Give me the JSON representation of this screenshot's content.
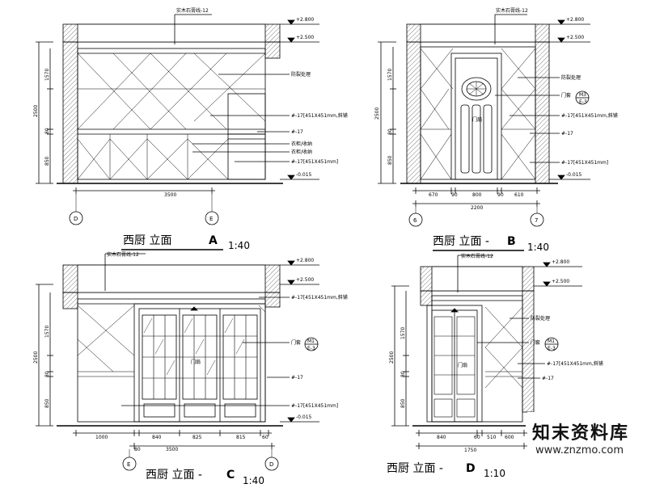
{
  "views": [
    {
      "id": "A",
      "title": "西厨 立面",
      "letter": "A",
      "scale": "1:40",
      "top_label": "实木石膏线-12",
      "levels": [
        "+2.800",
        "+2.500",
        "-0.015"
      ],
      "notes": [
        "防裂处理",
        "#-17[451X451mm,斜铺",
        "#-17",
        "衣柜/收纳",
        "衣柜/收纳",
        "#-17[451X451mm]"
      ],
      "heights": [
        "2500",
        "1570",
        "80",
        "850"
      ],
      "widths": [
        "3500"
      ],
      "grids": [
        "D",
        "E"
      ]
    },
    {
      "id": "B",
      "title": "西厨 立面 -",
      "letter": "B",
      "scale": "1:40",
      "top_label": "实木石膏线-12",
      "levels": [
        "+2.800",
        "+2.500",
        "-0.015"
      ],
      "notes": [
        "防裂处理",
        "门套",
        "#-17[451X451mm,斜铺",
        "#-17",
        "#-17[451X451mm]"
      ],
      "door_label": "门扇",
      "callout": [
        "M3",
        "E-3"
      ],
      "heights": [
        "2500",
        "1570",
        "80",
        "850"
      ],
      "widths": [
        "670",
        "90",
        "800",
        "90",
        "610",
        "2200"
      ],
      "grids": [
        "6",
        "7"
      ]
    },
    {
      "id": "C",
      "title": "西厨 立面 -",
      "letter": "C",
      "scale": "1:40",
      "top_label": "实木石膏线-12",
      "levels": [
        "+2.800",
        "+2.500",
        "-0.015"
      ],
      "notes": [
        "#-17[451X451mm,斜铺",
        "门套",
        "#-17",
        "#-17[451X451mm]"
      ],
      "door_label": "门扇",
      "callout": [
        "M1",
        "E-3"
      ],
      "heights": [
        "2500",
        "1570",
        "80",
        "850"
      ],
      "widths": [
        "1000",
        "840",
        "825",
        "815",
        "60",
        "80",
        "3500"
      ],
      "grids": [
        "E",
        "D"
      ]
    },
    {
      "id": "D",
      "title": "西厨 立面 -",
      "letter": "D",
      "scale": "1:10",
      "top_label": "实木石膏线-12",
      "levels": [
        "+2.800",
        "+2.500"
      ],
      "notes": [
        "防裂处理",
        "门套",
        "#-17[451X451mm,斜铺",
        "#-17"
      ],
      "door_label": "门扇",
      "callout": [
        "M1",
        "E-3"
      ],
      "heights": [
        "2500",
        "1570",
        "80",
        "850"
      ],
      "widths": [
        "840",
        "60",
        "510",
        "600",
        "1750"
      ]
    }
  ],
  "watermark": {
    "name": "知末资料库",
    "url": "www.znzmo.com"
  }
}
